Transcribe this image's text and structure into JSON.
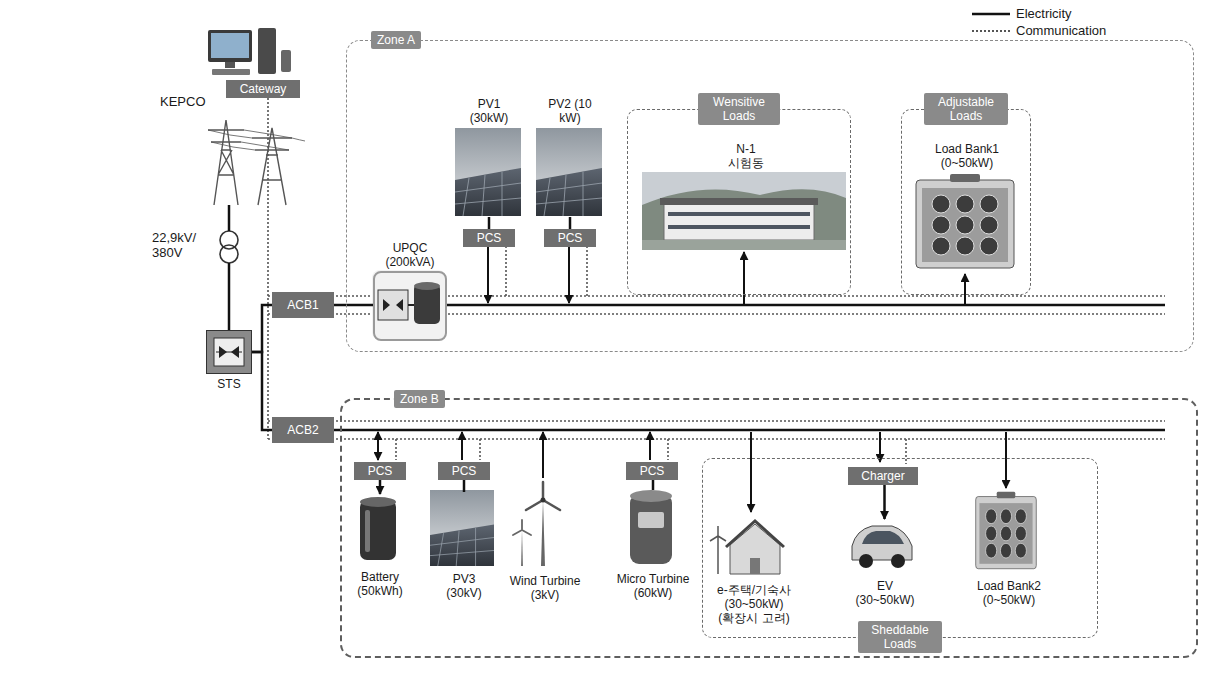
{
  "diagram": {
    "nodes": [
      {
        "text": [
          "Zone A"
        ]
      },
      {
        "text": [
          "Zone B"
        ]
      },
      {
        "text": [
          "Cateway"
        ]
      },
      {
        "text": [
          "STS"
        ]
      },
      {
        "text": [
          "ACB1"
        ]
      },
      {
        "text": [
          "ACB2"
        ]
      },
      {
        "text": [
          "UPQC (200kVA)"
        ],
        "in": 0
      },
      {
        "text": [
          "PV1 (30kW)"
        ],
        "in": 0
      },
      {
        "text": [
          "PCS"
        ],
        "in": 0
      },
      {
        "text": [
          "PV2 (10 kW)"
        ],
        "in": 0
      },
      {
        "text": [
          "PCS"
        ],
        "in": 0
      },
      {
        "text": [
          "Wensitive Loads"
        ],
        "in": 0
      },
      {
        "text": [
          "N-1 시험동"
        ],
        "in": 11
      },
      {
        "text": [
          "Adjustable Loads"
        ],
        "in": 0
      },
      {
        "text": [
          "Load Bank1 (0~50kW)"
        ],
        "in": 13
      },
      {
        "text": [
          "PCS"
        ],
        "in": 1
      },
      {
        "text": [
          "Battery (50kWh)"
        ],
        "in": 1
      },
      {
        "text": [
          "PCS"
        ],
        "in": 1
      },
      {
        "text": [
          "PV3 (30kV)"
        ],
        "in": 1
      },
      {
        "text": [
          "Wind Turbine (3kV)"
        ],
        "in": 1
      },
      {
        "text": [
          "PCS"
        ],
        "in": 1
      },
      {
        "text": [
          "Micro Turbine (60kW)"
        ],
        "in": 1
      },
      {
        "text": [
          "Sheddable Loads"
        ],
        "in": 1
      },
      {
        "text": [
          "e-주택/기숙사 (30~50kW) (확장시 고려)"
        ],
        "in": 22
      },
      {
        "text": [
          "Charger"
        ],
        "in": 22
      },
      {
        "text": [
          "EV (30~50kW)"
        ],
        "in": 22
      },
      {
        "text": [
          "Load Bank2 (0~50kW)"
        ],
        "in": 22
      }
    ],
    "edges": [
      {
        "from": 3,
        "to": 4,
        "arrow": "none"
      },
      {
        "from": 3,
        "to": 5,
        "arrow": "none"
      },
      {
        "from": 4,
        "to": 6,
        "arrow": "none"
      },
      {
        "from": 7,
        "to": 8,
        "arrow": "none"
      },
      {
        "from": 9,
        "to": 10,
        "arrow": "none"
      },
      {
        "from": 15,
        "to": 16,
        "arrow": "to"
      },
      {
        "from": 18,
        "to": 17,
        "arrow": "none"
      },
      {
        "from": 21,
        "to": 20,
        "arrow": "none"
      },
      {
        "from": 24,
        "to": 25,
        "arrow": "to"
      }
    ],
    "labels": [
      "KEPCO",
      "22,9kV/ 380V"
    ],
    "legend": [
      {
        "text": "Electricity"
      },
      {
        "text": "Communication"
      }
    ]
  }
}
